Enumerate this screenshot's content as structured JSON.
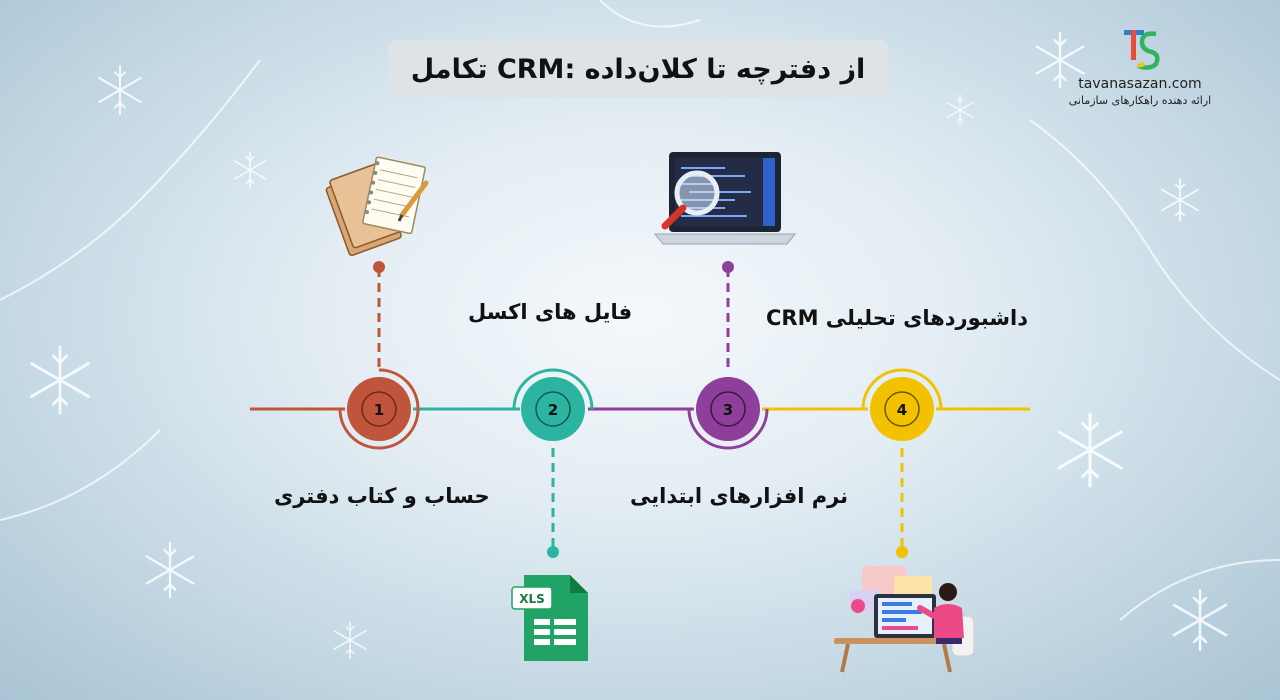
{
  "title": "از دفترچه تا کلان‌داده :CRM تکامل",
  "logo": {
    "letters": "TS",
    "website": "tavanasazan.com",
    "tagline": "ارائه دهنده راهکارهای سازمانی"
  },
  "steps": [
    {
      "number": "1",
      "label": "حساب و کتاب دفتری",
      "color": "#c0553c",
      "icon": "notebook-icon"
    },
    {
      "number": "2",
      "label": "فایل های اکسل",
      "color": "#2bb5a0",
      "icon": "excel-file-icon"
    },
    {
      "number": "3",
      "label": "نرم افزارهای ابتدایی",
      "color": "#8e3f9a",
      "icon": "laptop-magnifier-icon"
    },
    {
      "number": "4",
      "label": "داشبوردهای تحلیلی CRM",
      "color": "#f2c200",
      "icon": "dashboard-worker-icon"
    }
  ],
  "icons": {
    "excel_badge": "XLS"
  }
}
